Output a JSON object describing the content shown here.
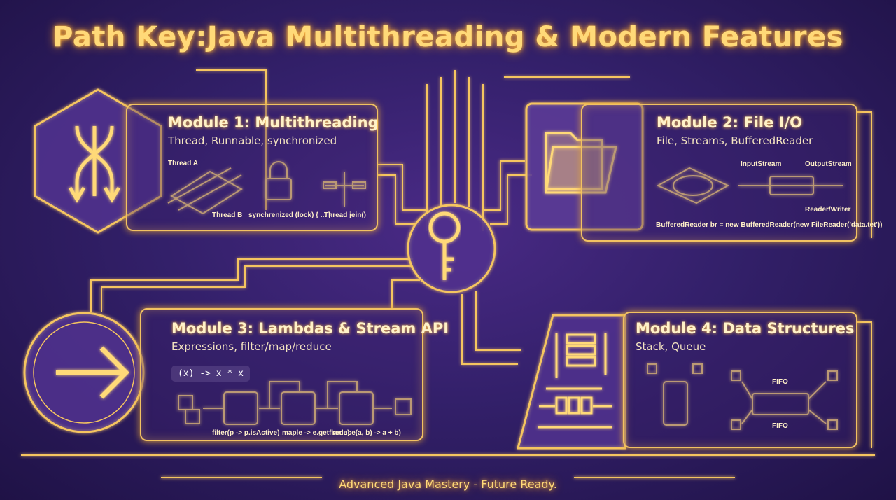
{
  "title": "Path Key:Java Multithreading & Modern Features",
  "footer": "Advanced Java Mastery - Future Ready.",
  "colors": {
    "background": "#33206a",
    "accent_gold": "#ffd978",
    "glow": "#ffb53a"
  },
  "center_icon": "key-icon",
  "modules": [
    {
      "title": "Module 1: Multithreading",
      "subtitle": "Thread, Runnable, synchronized",
      "icon": "intertwined-threads-icon",
      "labels": {
        "thread_a": "Thread A",
        "thread_b": "Thread B",
        "sync": "synchrenized (lock) { ... }",
        "join": "Thread jein()"
      }
    },
    {
      "title": "Module 2: File I/O",
      "subtitle": "File, Streams, BufferedReader",
      "icon": "folder-icon",
      "labels": {
        "input": "InputStream",
        "output": "OutputStream",
        "rw": "Reader/Writer",
        "code": "BufferedReader br = new BufferedReader(new FileReader('data.tet'))"
      }
    },
    {
      "title": "Module 3: Lambdas & Stream API",
      "subtitle": "Expressions, filter/map/reduce",
      "icon": "arrow-right-icon",
      "labels": {
        "lambda": "(x) -> x * x",
        "filter": "filter(p -> p.isActive)",
        "map": "maple -> e.getflams)",
        "reduce": "reduce(a, b) -> a + b)"
      }
    },
    {
      "title": "Module 4: Data Structures",
      "subtitle": "Stack, Queue",
      "icon": "stack-queue-icon",
      "labels": {
        "fifo_top": "FIFO",
        "fifo_bottom": "FIFO"
      }
    }
  ]
}
